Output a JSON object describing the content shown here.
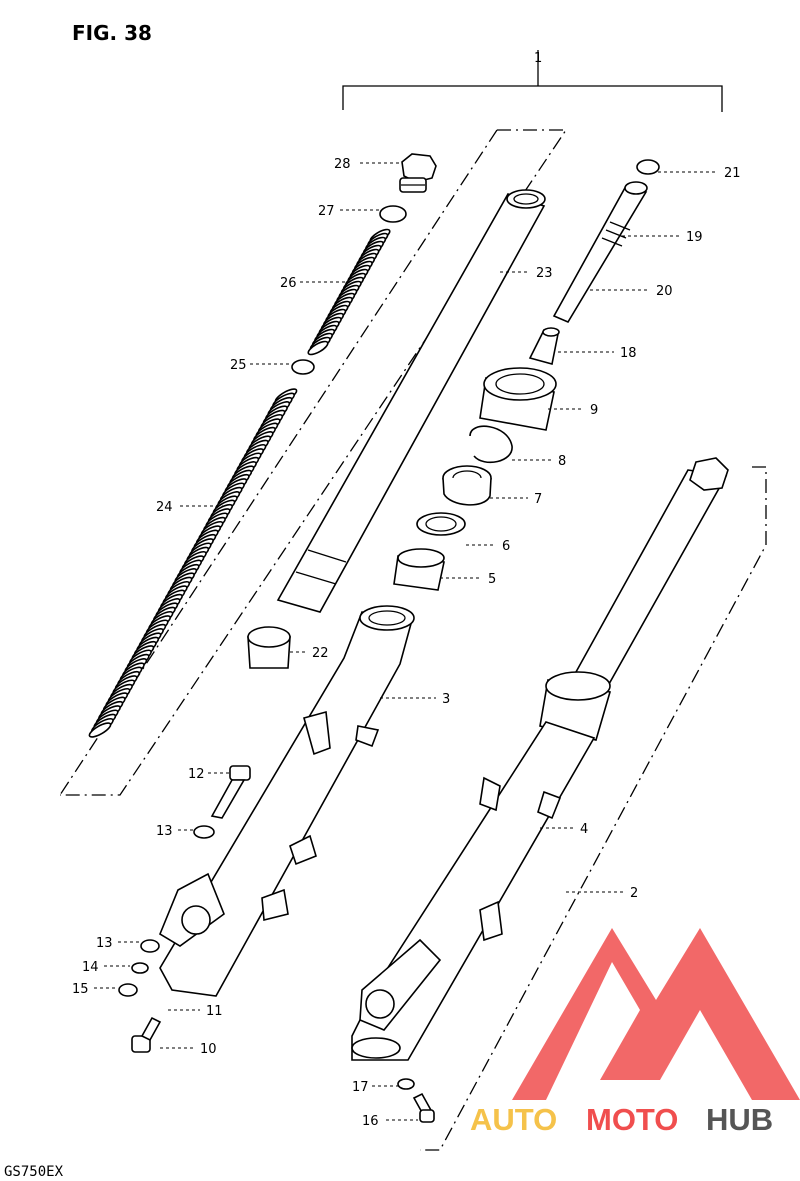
{
  "figure_title": "FIG. 38",
  "model_code": "GS750EX",
  "watermark": {
    "word_part1": "AUTO",
    "word_part2": "MOTO",
    "word_part3": "HUB",
    "color_yellow": "#f5c24a",
    "color_red": "#f04e4e",
    "color_gray": "#555555"
  },
  "callouts": [
    {
      "id": "c1",
      "text": "1"
    },
    {
      "id": "c2",
      "text": "2"
    },
    {
      "id": "c3",
      "text": "3"
    },
    {
      "id": "c4",
      "text": "4"
    },
    {
      "id": "c5",
      "text": "5"
    },
    {
      "id": "c6",
      "text": "6"
    },
    {
      "id": "c7",
      "text": "7"
    },
    {
      "id": "c8",
      "text": "8"
    },
    {
      "id": "c9",
      "text": "9"
    },
    {
      "id": "c10",
      "text": "10"
    },
    {
      "id": "c11",
      "text": "11"
    },
    {
      "id": "c12",
      "text": "12"
    },
    {
      "id": "c13a",
      "text": "13"
    },
    {
      "id": "c13b",
      "text": "13"
    },
    {
      "id": "c14",
      "text": "14"
    },
    {
      "id": "c15",
      "text": "15"
    },
    {
      "id": "c16",
      "text": "16"
    },
    {
      "id": "c17",
      "text": "17"
    },
    {
      "id": "c18",
      "text": "18"
    },
    {
      "id": "c19",
      "text": "19"
    },
    {
      "id": "c20",
      "text": "20"
    },
    {
      "id": "c21",
      "text": "21"
    },
    {
      "id": "c22",
      "text": "22"
    },
    {
      "id": "c23",
      "text": "23"
    },
    {
      "id": "c24",
      "text": "24"
    },
    {
      "id": "c25",
      "text": "25"
    },
    {
      "id": "c26",
      "text": "26"
    },
    {
      "id": "c27",
      "text": "27"
    },
    {
      "id": "c28",
      "text": "28"
    }
  ]
}
